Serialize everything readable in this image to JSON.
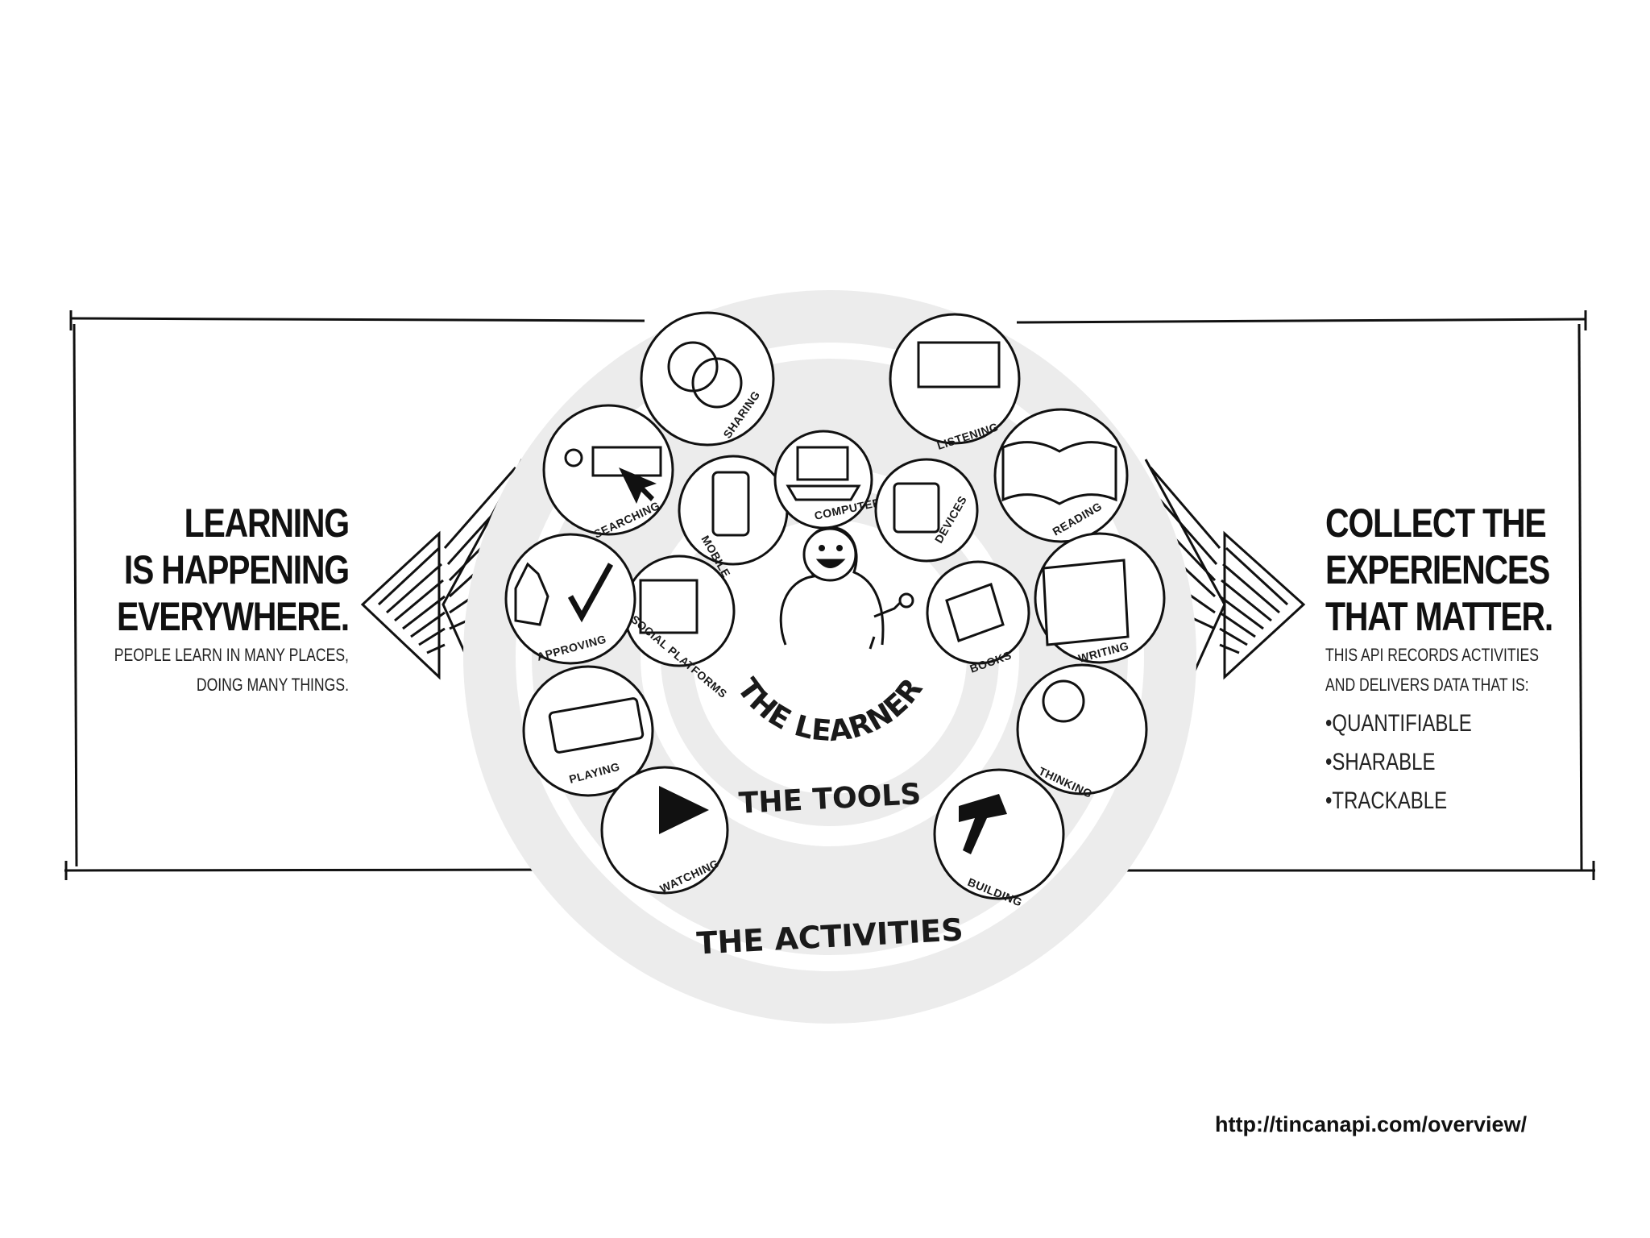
{
  "left": {
    "headline": [
      "LEARNING",
      "IS HAPPENING",
      "EVERYWHERE."
    ],
    "sub": [
      "PEOPLE LEARN IN MANY PLACES,",
      "DOING MANY THINGS."
    ]
  },
  "right": {
    "headline": [
      "COLLECT THE",
      "EXPERIENCES",
      "THAT MATTER."
    ],
    "sub": [
      "THIS API RECORDS ACTIVITIES",
      "AND DELIVERS DATA THAT IS:"
    ],
    "bullets": [
      "QUANTIFIABLE",
      "SHARABLE",
      "TRACKABLE"
    ]
  },
  "rings": {
    "learner": "THE LEARNER",
    "tools": "THE TOOLS",
    "activities": "THE ACTIVITIES"
  },
  "tools": [
    "MOBILE",
    "COMPUTERS",
    "DEVICES",
    "SOCIAL PLATFORMS",
    "BOOKS"
  ],
  "activities": [
    "SHARING",
    "SEARCHING",
    "APPROVING",
    "PLAYING",
    "WATCHING",
    "LISTENING",
    "READING",
    "WRITING",
    "THINKING",
    "BUILDING"
  ],
  "source_url": "http://tincanapi.com/overview/"
}
